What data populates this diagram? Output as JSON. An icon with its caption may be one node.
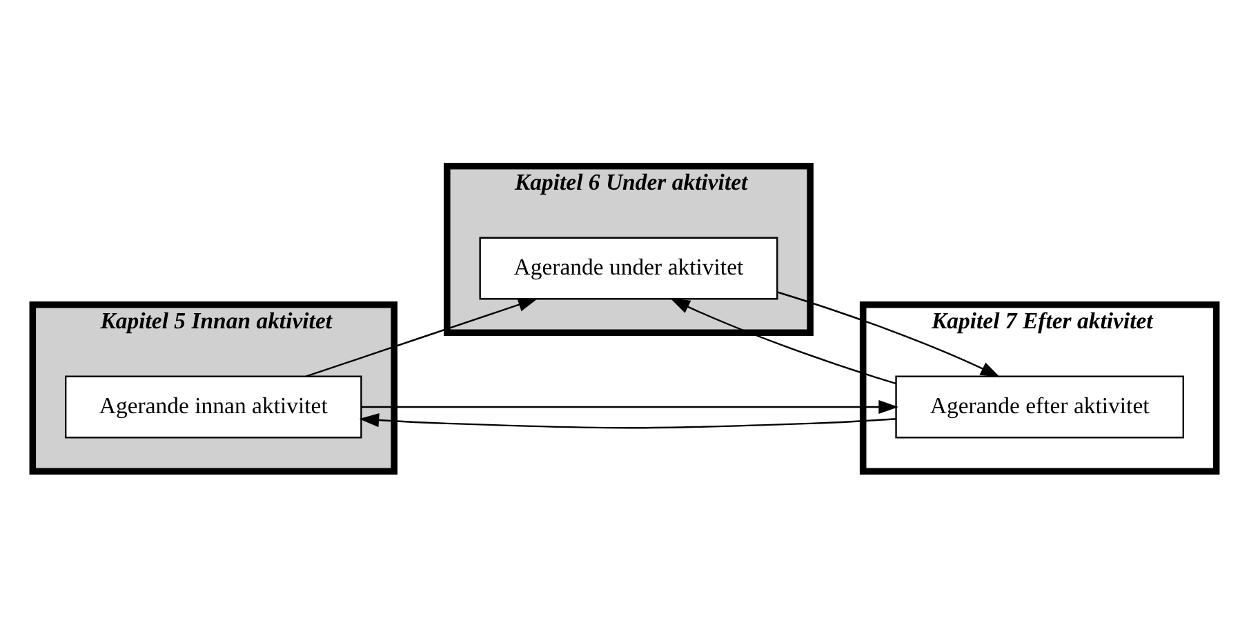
{
  "diagram": {
    "nodes": [
      {
        "text": [
          "Kapitel 5 Innan aktivitet"
        ]
      },
      {
        "text": [
          "Agerande innan aktivitet"
        ],
        "in": 0
      },
      {
        "text": [
          "Kapitel 6 Under aktivitet"
        ]
      },
      {
        "text": [
          "Agerande under aktivitet"
        ],
        "in": 2
      },
      {
        "text": [
          "Kapitel 7 Efter aktivitet"
        ]
      },
      {
        "text": [
          "Agerande efter aktivitet"
        ],
        "in": 4
      }
    ],
    "edges": [
      {
        "from": 1,
        "to": 3,
        "arrow": "to"
      },
      {
        "from": 3,
        "to": 5,
        "arrow": "to"
      },
      {
        "from": 1,
        "to": 5,
        "arrow": "to"
      },
      {
        "from": 5,
        "to": 1,
        "arrow": "to"
      },
      {
        "from": 5,
        "to": 3,
        "arrow": "to"
      }
    ]
  }
}
